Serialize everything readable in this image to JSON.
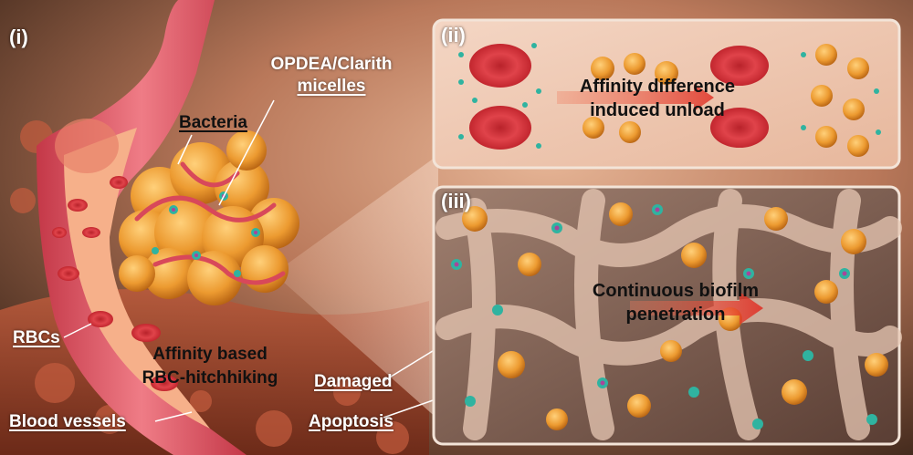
{
  "figure": {
    "panel_labels": {
      "i": "(i)",
      "ii": "(ii)",
      "iii": "(iii)"
    },
    "labels": {
      "micelles_line1": "OPDEA/Clarith",
      "micelles_line2": "micelles",
      "bacteria": "Bacteria",
      "rbcs": "RBCs",
      "affinity_line1": "Affinity based",
      "affinity_line2": "RBC-hitchhiking",
      "blood_vessels": "Blood vessels",
      "damaged": "Damaged",
      "apoptosis": "Apoptosis"
    },
    "panel_ii": {
      "line1": "Affinity difference",
      "line2": "induced unload"
    },
    "panel_iii": {
      "line1": "Continuous biofilm",
      "line2": "penetration"
    }
  },
  "colors": {
    "rbc": "#d8343c",
    "bacteria": "#e8962c",
    "micelle": "#2fb3a0",
    "micelle_core": "#a8459a",
    "vessel_wall": "#e25d6a",
    "vessel_lumen": "#f6b08a",
    "arrow": "#e23a2e",
    "panel_frame": "#f1dccd",
    "background_dark": "#3a2418",
    "background_light": "#d89a78"
  }
}
